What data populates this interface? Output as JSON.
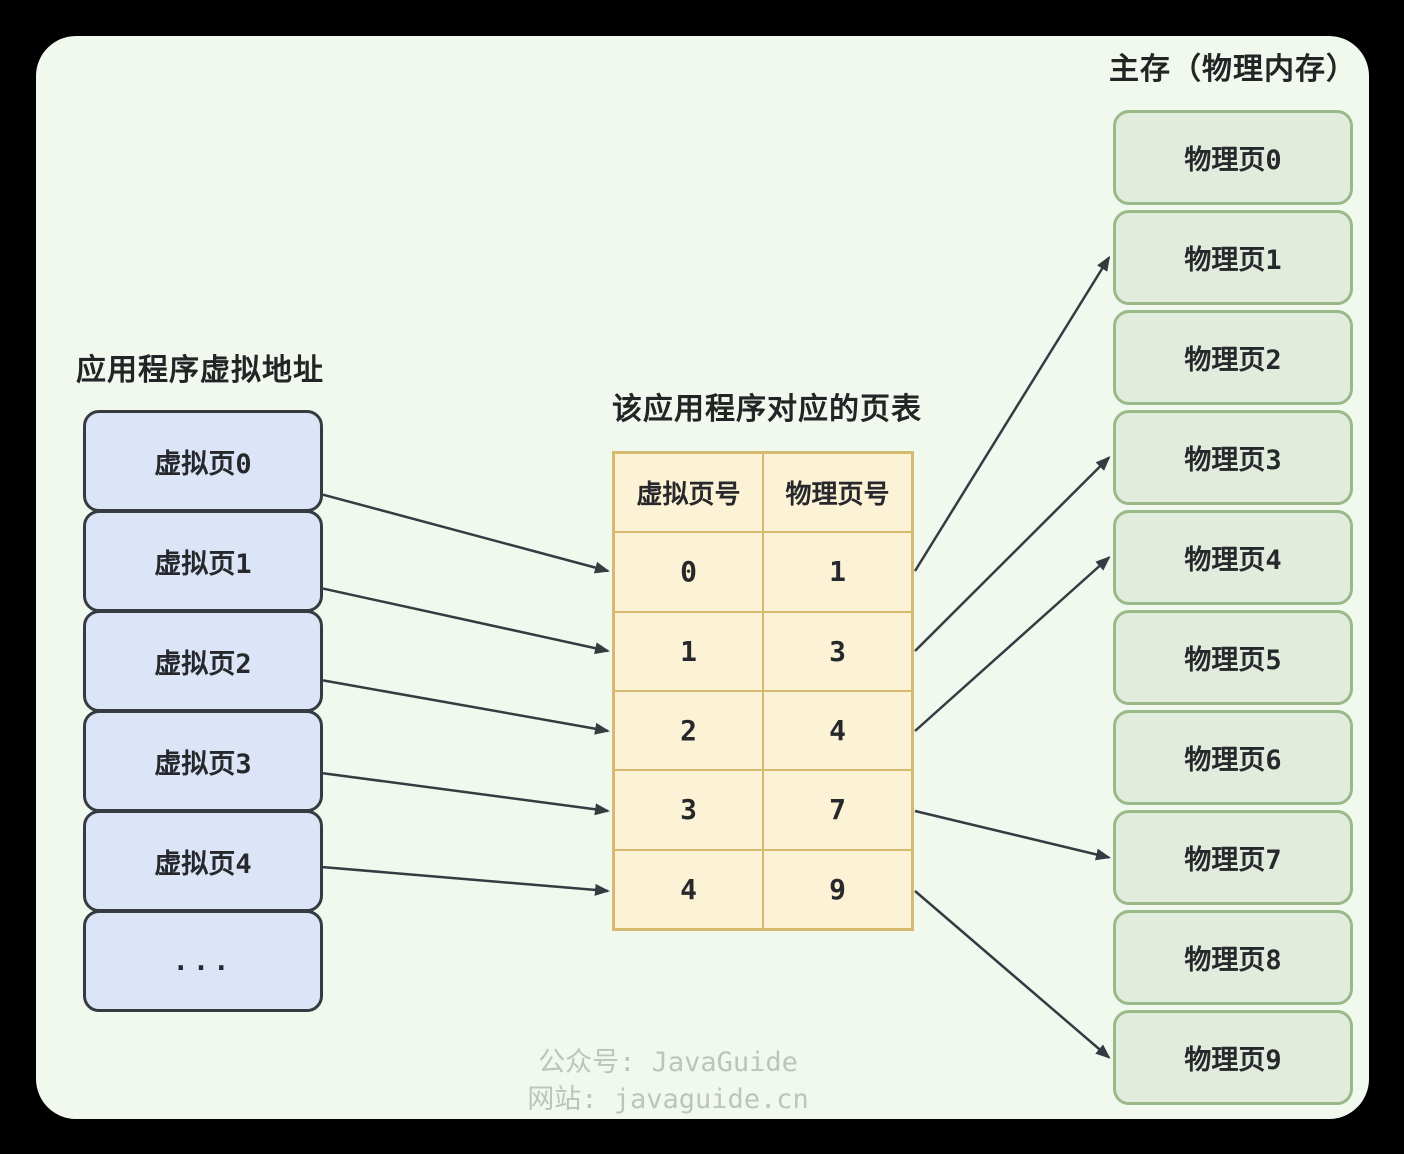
{
  "virtual_memory": {
    "label": "应用程序虚拟地址",
    "pages": [
      "虚拟页0",
      "虚拟页1",
      "虚拟页2",
      "虚拟页3",
      "虚拟页4",
      "..."
    ]
  },
  "page_table": {
    "title": "该应用程序对应的页表",
    "columns": [
      "虚拟页号",
      "物理页号"
    ],
    "rows": [
      {
        "virtual": "0",
        "physical": "1"
      },
      {
        "virtual": "1",
        "physical": "3"
      },
      {
        "virtual": "2",
        "physical": "4"
      },
      {
        "virtual": "3",
        "physical": "7"
      },
      {
        "virtual": "4",
        "physical": "9"
      }
    ]
  },
  "physical_memory": {
    "label": "主存（物理内存）",
    "pages": [
      "物理页0",
      "物理页1",
      "物理页2",
      "物理页3",
      "物理页4",
      "物理页5",
      "物理页6",
      "物理页7",
      "物理页8",
      "物理页9"
    ]
  },
  "mappings": {
    "virtual_to_table_row": [
      0,
      1,
      2,
      3,
      4
    ],
    "table_row_to_physical": [
      1,
      3,
      4,
      7,
      9
    ]
  },
  "watermark": {
    "line1": "公众号: JavaGuide",
    "line2": "网站: javaguide.cn"
  },
  "colors": {
    "canvas": "#000000",
    "panel": "#f1f9ef",
    "virtual_box_fill": "#dbe5f7",
    "virtual_box_border": "#363b42",
    "table_fill": "#fcf2d5",
    "table_border": "#d6ba70",
    "physical_box_fill": "#e2ecdc",
    "physical_box_border": "#9ab988",
    "arrow": "#363a41",
    "text": "#26282c",
    "watermark_text": "#bdc3bd"
  }
}
